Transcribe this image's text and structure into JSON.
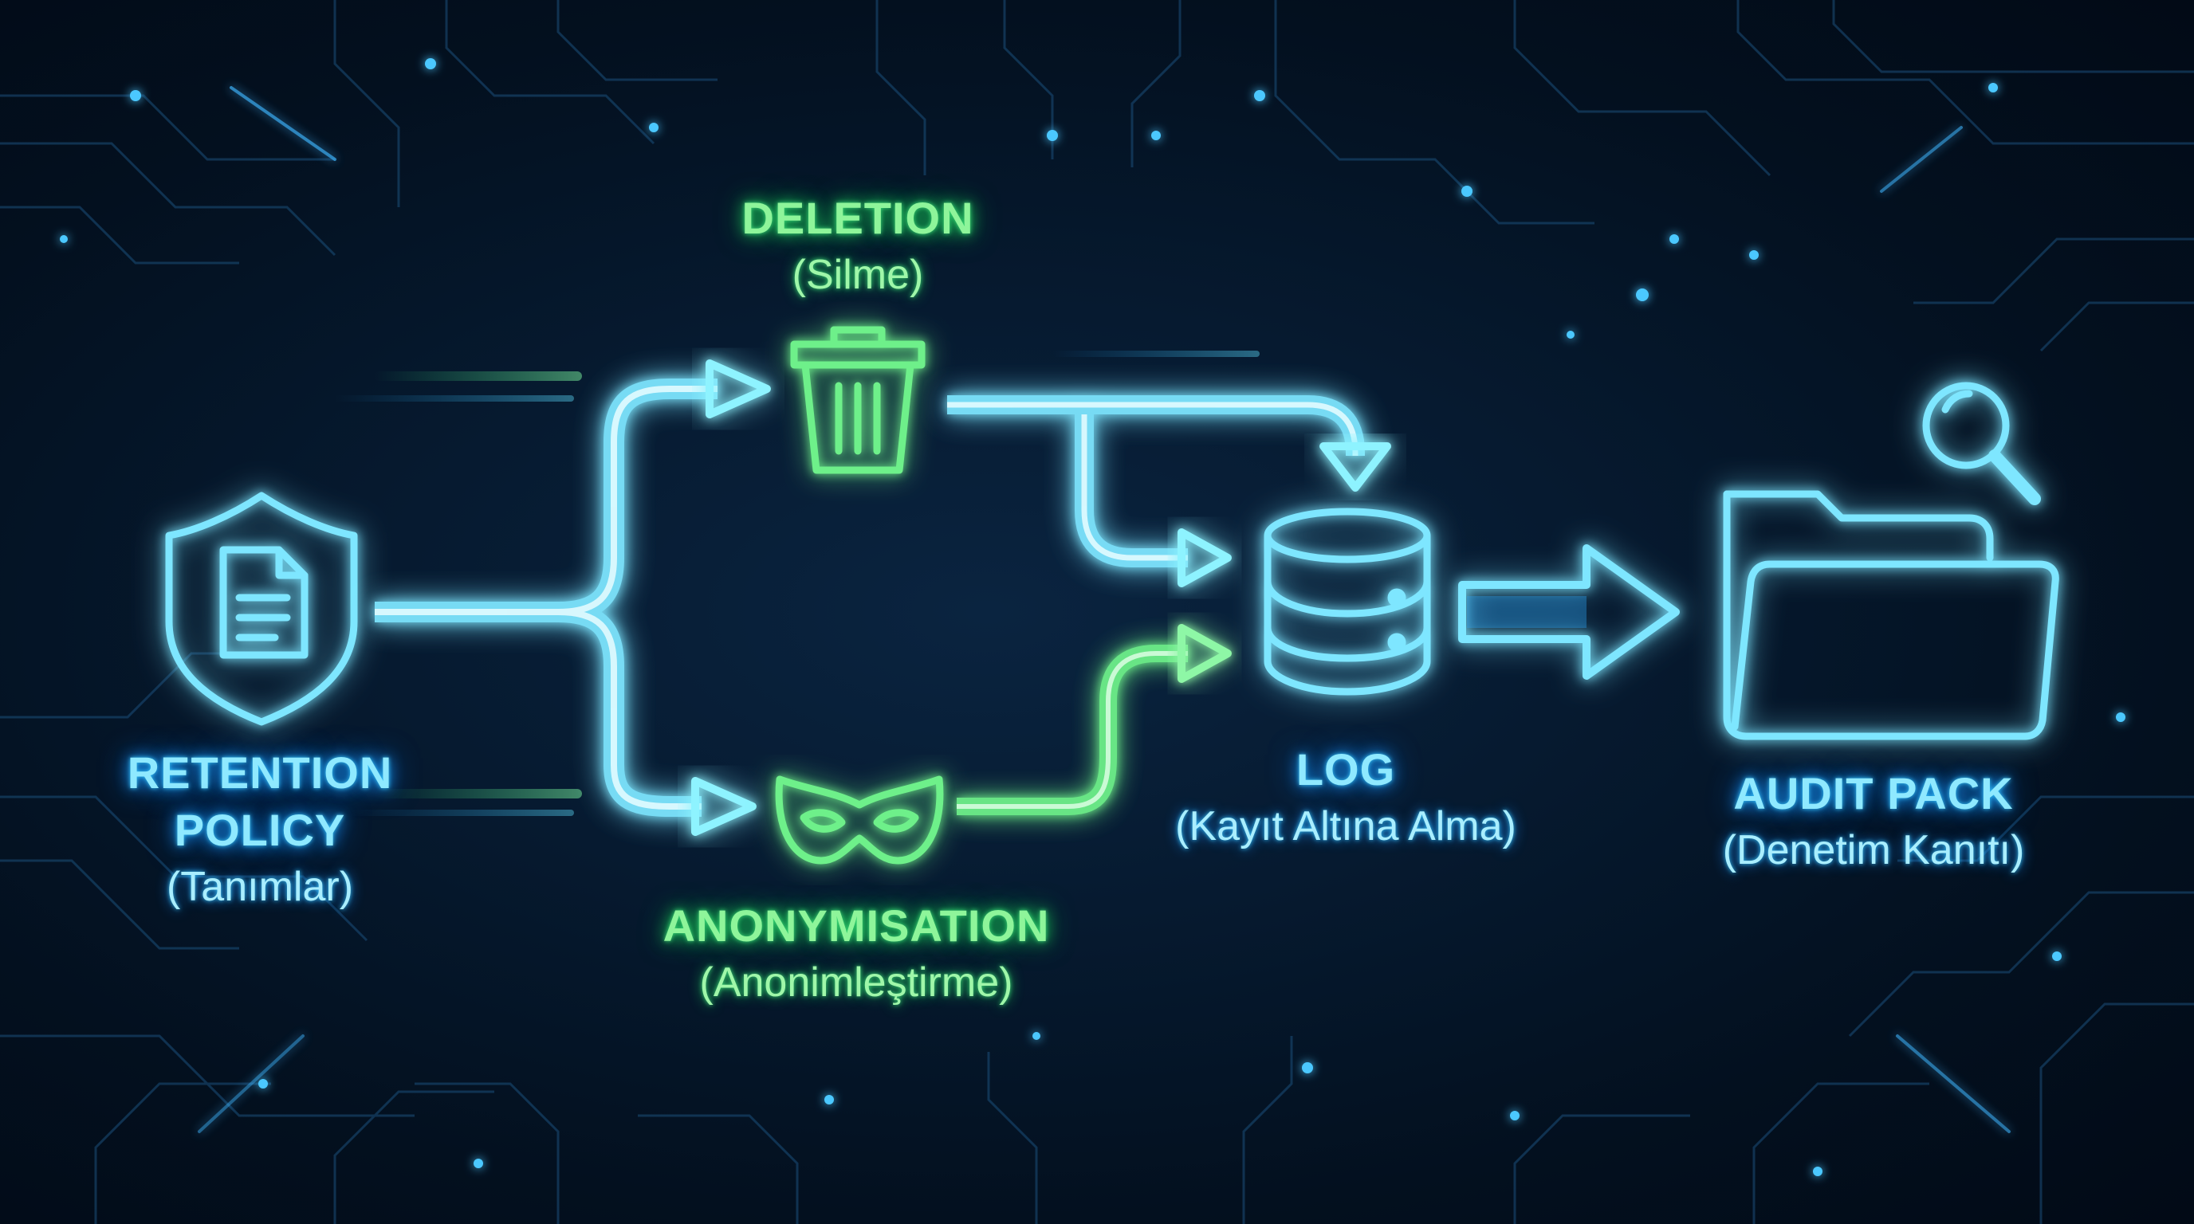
{
  "nodes": {
    "retention_policy": {
      "title_line1": "RETENTION",
      "title_line2": "POLICY",
      "subtitle": "(Tanımlar)",
      "icon": "shield-document-icon"
    },
    "deletion": {
      "title": "DELETION",
      "subtitle": "(Silme)",
      "icon": "trash-can-icon"
    },
    "anonymisation": {
      "title": "ANONYMISATION",
      "subtitle": "(Anonimleştirme)",
      "icon": "masquerade-mask-icon"
    },
    "log": {
      "title": "LOG",
      "subtitle": "(Kayıt Altına Alma)",
      "icon": "database-icon"
    },
    "audit_pack": {
      "title": "AUDIT PACK",
      "subtitle": "(Denetim Kanıtı)",
      "icon": "folder-search-icon"
    }
  },
  "colors": {
    "background": "#03101f",
    "neon_blue": "#6fdcff",
    "neon_green": "#6ef08a"
  }
}
